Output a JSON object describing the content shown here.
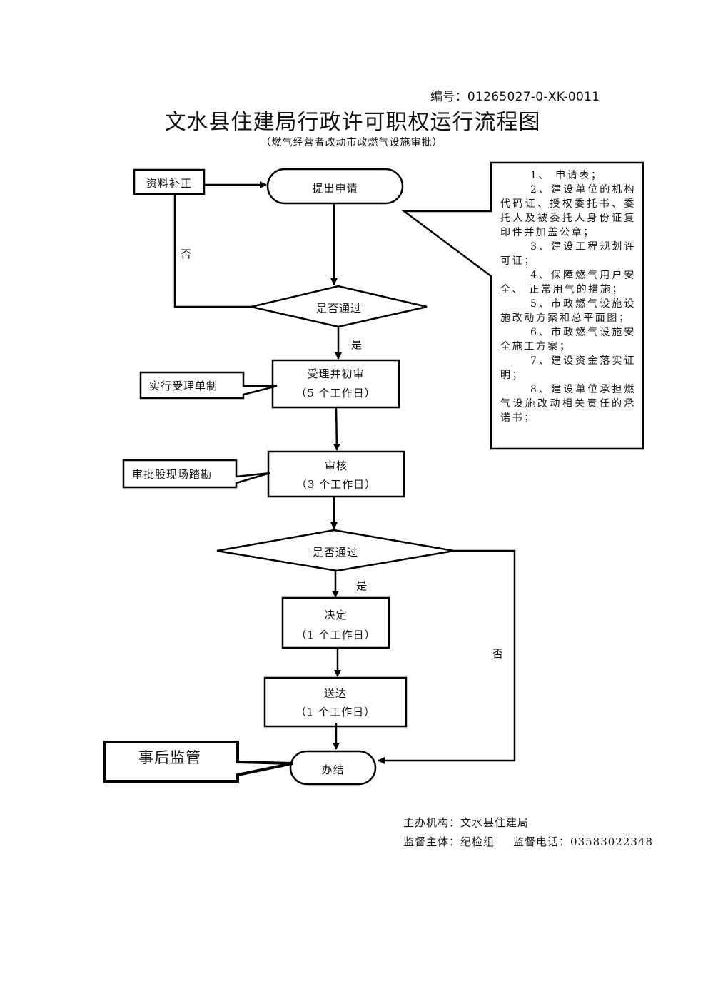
{
  "header": {
    "doc_number_label": "编号：",
    "doc_number": "01265027-0-XK-0011",
    "title": "文水县住建局行政许可职权运行流程图",
    "subtitle": "（燃气经营者改动市政燃气设施审批）"
  },
  "flow": {
    "supplement": "资料补正",
    "apply": "提出申请",
    "decision1": "是否通过",
    "no1": "否",
    "yes1": "是",
    "accept": {
      "title": "受理并初审",
      "days": "（5 个工作日）"
    },
    "accept_note": "实行受理单制",
    "review": {
      "title": "审核",
      "days": "（3 个工作日）"
    },
    "review_note": "审批股现场踏勘",
    "decision2": "是否通过",
    "yes2": "是",
    "no2": "否",
    "decide": {
      "title": "决定",
      "days": "（1 个工作日）"
    },
    "deliver": {
      "title": "送达",
      "days": "（1 个工作日）"
    },
    "finish": "办结",
    "post_supervision": "事后监管"
  },
  "required_documents": [
    "1、 申请表；",
    "2、建设单位的机构代码证、授权委托书、委托人及被委托人身份证复印件并加盖公章；",
    "3、建设工程规划许可证；",
    "4、保障燃气用户安全、 正常用气的措施；",
    "5、市政燃气设施设施改动方案和总平面图；",
    "6、市政燃气设施安全施工方案；",
    "7、建设资金落实证明；",
    "8、建设单位承担燃气设施改动相关责任的承诺书；"
  ],
  "footer": {
    "host_label": "主办机构：",
    "host": "文水县住建局",
    "supervisor_label": "监督主体：",
    "supervisor": "纪检组",
    "phone_label": "监督电话：",
    "phone": "03583022348"
  }
}
